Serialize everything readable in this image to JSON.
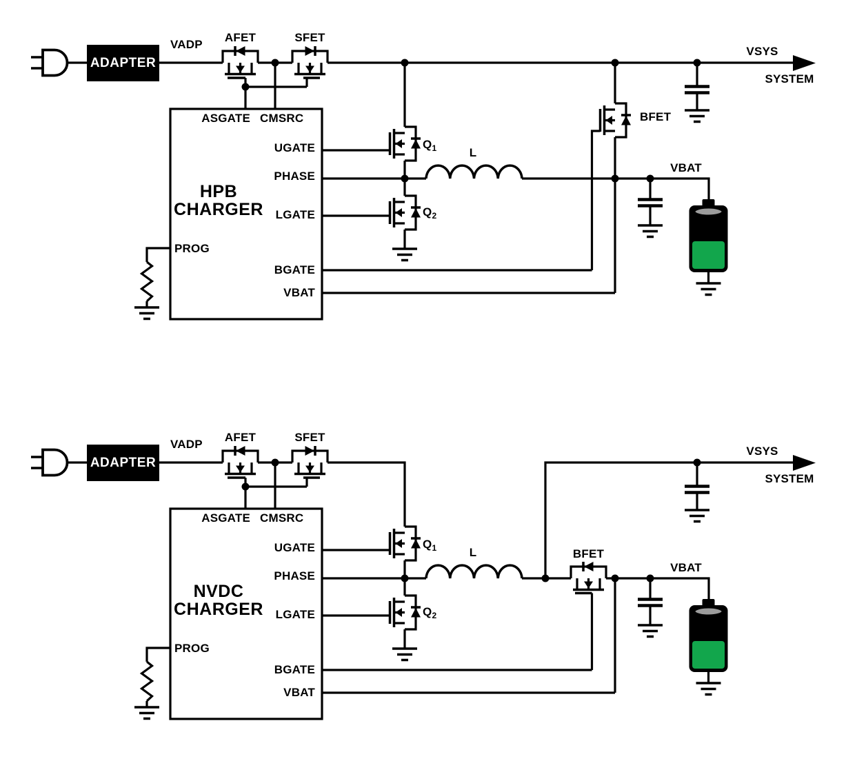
{
  "colors": {
    "line": "#000000",
    "background": "#ffffff",
    "battery_green": "#12a64c",
    "battery_lid_gray": "#9c9c9c",
    "adapter_bg": "#000000",
    "adapter_text": "#ffffff"
  },
  "diagrams": [
    {
      "topology": "HPB",
      "adapter": "ADAPTER",
      "charger": {
        "line1": "HPB",
        "line2": "CHARGER"
      },
      "labels": {
        "vadp": "VADP",
        "afet": "AFET",
        "sfet": "SFET",
        "bfet": "BFET",
        "inductor": "L",
        "vsys": "VSYS",
        "system": "SYSTEM",
        "vbat": "VBAT"
      },
      "pins": {
        "asgate": "ASGATE",
        "cmsrc": "CMSRC",
        "ugate": "UGATE",
        "phase": "PHASE",
        "lgate": "LGATE",
        "prog": "PROG",
        "bgate": "BGATE",
        "vbat": "VBAT"
      },
      "q1": {
        "base": "Q",
        "sub": "1"
      },
      "q2": {
        "base": "Q",
        "sub": "2"
      }
    },
    {
      "topology": "NVDC",
      "adapter": "ADAPTER",
      "charger": {
        "line1": "NVDC",
        "line2": "CHARGER"
      },
      "labels": {
        "vadp": "VADP",
        "afet": "AFET",
        "sfet": "SFET",
        "bfet": "BFET",
        "inductor": "L",
        "vsys": "VSYS",
        "system": "SYSTEM",
        "vbat": "VBAT"
      },
      "pins": {
        "asgate": "ASGATE",
        "cmsrc": "CMSRC",
        "ugate": "UGATE",
        "phase": "PHASE",
        "lgate": "LGATE",
        "prog": "PROG",
        "bgate": "BGATE",
        "vbat": "VBAT"
      },
      "q1": {
        "base": "Q",
        "sub": "1"
      },
      "q2": {
        "base": "Q",
        "sub": "2"
      }
    }
  ]
}
